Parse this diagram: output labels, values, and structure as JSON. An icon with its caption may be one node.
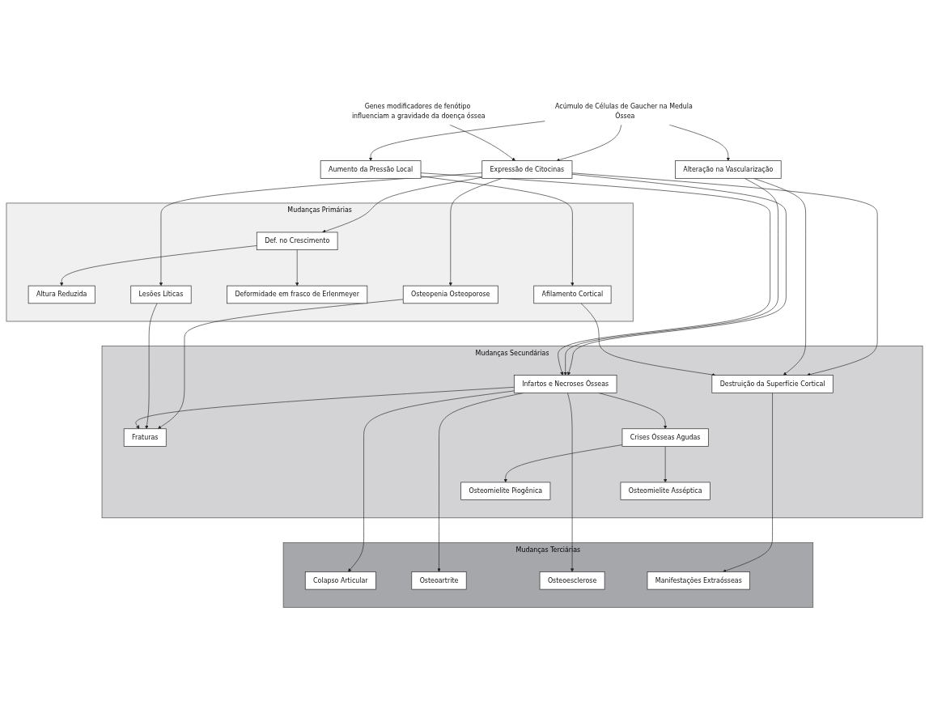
{
  "diagram": {
    "nodes": [
      {
        "text": [
          "Acúmulo de Células de Gaucher na Medula Óssea"
        ]
      },
      {
        "text": [
          "Genes modificadores de fenótipo influenciam a gravidade da doença óssea"
        ]
      },
      {
        "text": [
          "Expressão de Citocinas"
        ]
      },
      {
        "text": [
          "Alteração na Vascularização"
        ]
      },
      {
        "text": [
          "Aumento da Pressão Local"
        ]
      },
      {
        "text": [
          "Mudanças Primárias"
        ]
      },
      {
        "text": [
          "Def. no Crescimento"
        ],
        "in": 5
      },
      {
        "text": [
          "Altura Reduzida"
        ],
        "in": 5
      },
      {
        "text": [
          "Deformidade em frasco de Erlenmeyer"
        ],
        "in": 5
      },
      {
        "text": [
          "Osteopenia Osteoporose"
        ],
        "in": 5
      },
      {
        "text": [
          "Lesões Líticas"
        ],
        "in": 5
      },
      {
        "text": [
          "Afilamento Cortical"
        ],
        "in": 5
      },
      {
        "text": [
          "Mudanças Secundárias"
        ]
      },
      {
        "text": [
          "Osteomielite Asséptica"
        ],
        "in": 12
      },
      {
        "text": [
          "Fraturas"
        ],
        "in": 12
      },
      {
        "text": [
          "Infartos e Necroses Ósseas"
        ],
        "in": 12
      },
      {
        "text": [
          "Destruição da Superfície Cortical"
        ],
        "in": 12
      },
      {
        "text": [
          "Osteomielite Piogênica"
        ],
        "in": 12
      },
      {
        "text": [
          "Crises Ósseas Agudas"
        ],
        "in": 12
      },
      {
        "text": [
          "Mudanças Terciárias"
        ]
      },
      {
        "text": [
          "Colapso Articular"
        ],
        "in": 19
      },
      {
        "text": [
          "Osteoartrite"
        ],
        "in": 19
      },
      {
        "text": [
          "Osteoesclerose"
        ],
        "in": 19
      },
      {
        "text": [
          "Manifestações Extraósseas"
        ],
        "in": 19
      }
    ],
    "edges": [
      {
        "from": 0,
        "to": 2,
        "arrow": "to"
      },
      {
        "from": 0,
        "to": 3,
        "arrow": "to"
      },
      {
        "from": 0,
        "to": 4,
        "arrow": "to"
      },
      {
        "from": 1,
        "to": 2,
        "arrow": "to"
      },
      {
        "from": 2,
        "to": 6,
        "arrow": "to"
      },
      {
        "from": 2,
        "to": 9,
        "arrow": "to"
      },
      {
        "from": 2,
        "to": 10,
        "arrow": "to"
      },
      {
        "from": 2,
        "to": 15,
        "arrow": "to"
      },
      {
        "from": 2,
        "to": 16,
        "arrow": "to"
      },
      {
        "from": 3,
        "to": 15,
        "arrow": "to"
      },
      {
        "from": 3,
        "to": 16,
        "arrow": "to"
      },
      {
        "from": 4,
        "to": 15,
        "arrow": "to"
      },
      {
        "from": 4,
        "to": 11,
        "arrow": "to"
      },
      {
        "from": 6,
        "to": 7,
        "arrow": "to"
      },
      {
        "from": 6,
        "to": 8,
        "arrow": "to"
      },
      {
        "from": 9,
        "to": 14,
        "arrow": "to"
      },
      {
        "from": 10,
        "to": 14,
        "arrow": "to"
      },
      {
        "from": 11,
        "to": 16,
        "arrow": "to"
      },
      {
        "from": 15,
        "to": 14,
        "arrow": "to"
      },
      {
        "from": 15,
        "to": 18,
        "arrow": "to"
      },
      {
        "from": 15,
        "to": 20,
        "arrow": "to"
      },
      {
        "from": 15,
        "to": 21,
        "arrow": "to"
      },
      {
        "from": 15,
        "to": 22,
        "arrow": "to"
      },
      {
        "from": 18,
        "to": 13,
        "arrow": "to"
      },
      {
        "from": 18,
        "to": 17,
        "arrow": "to"
      },
      {
        "from": 16,
        "to": 23,
        "arrow": "to"
      }
    ]
  }
}
